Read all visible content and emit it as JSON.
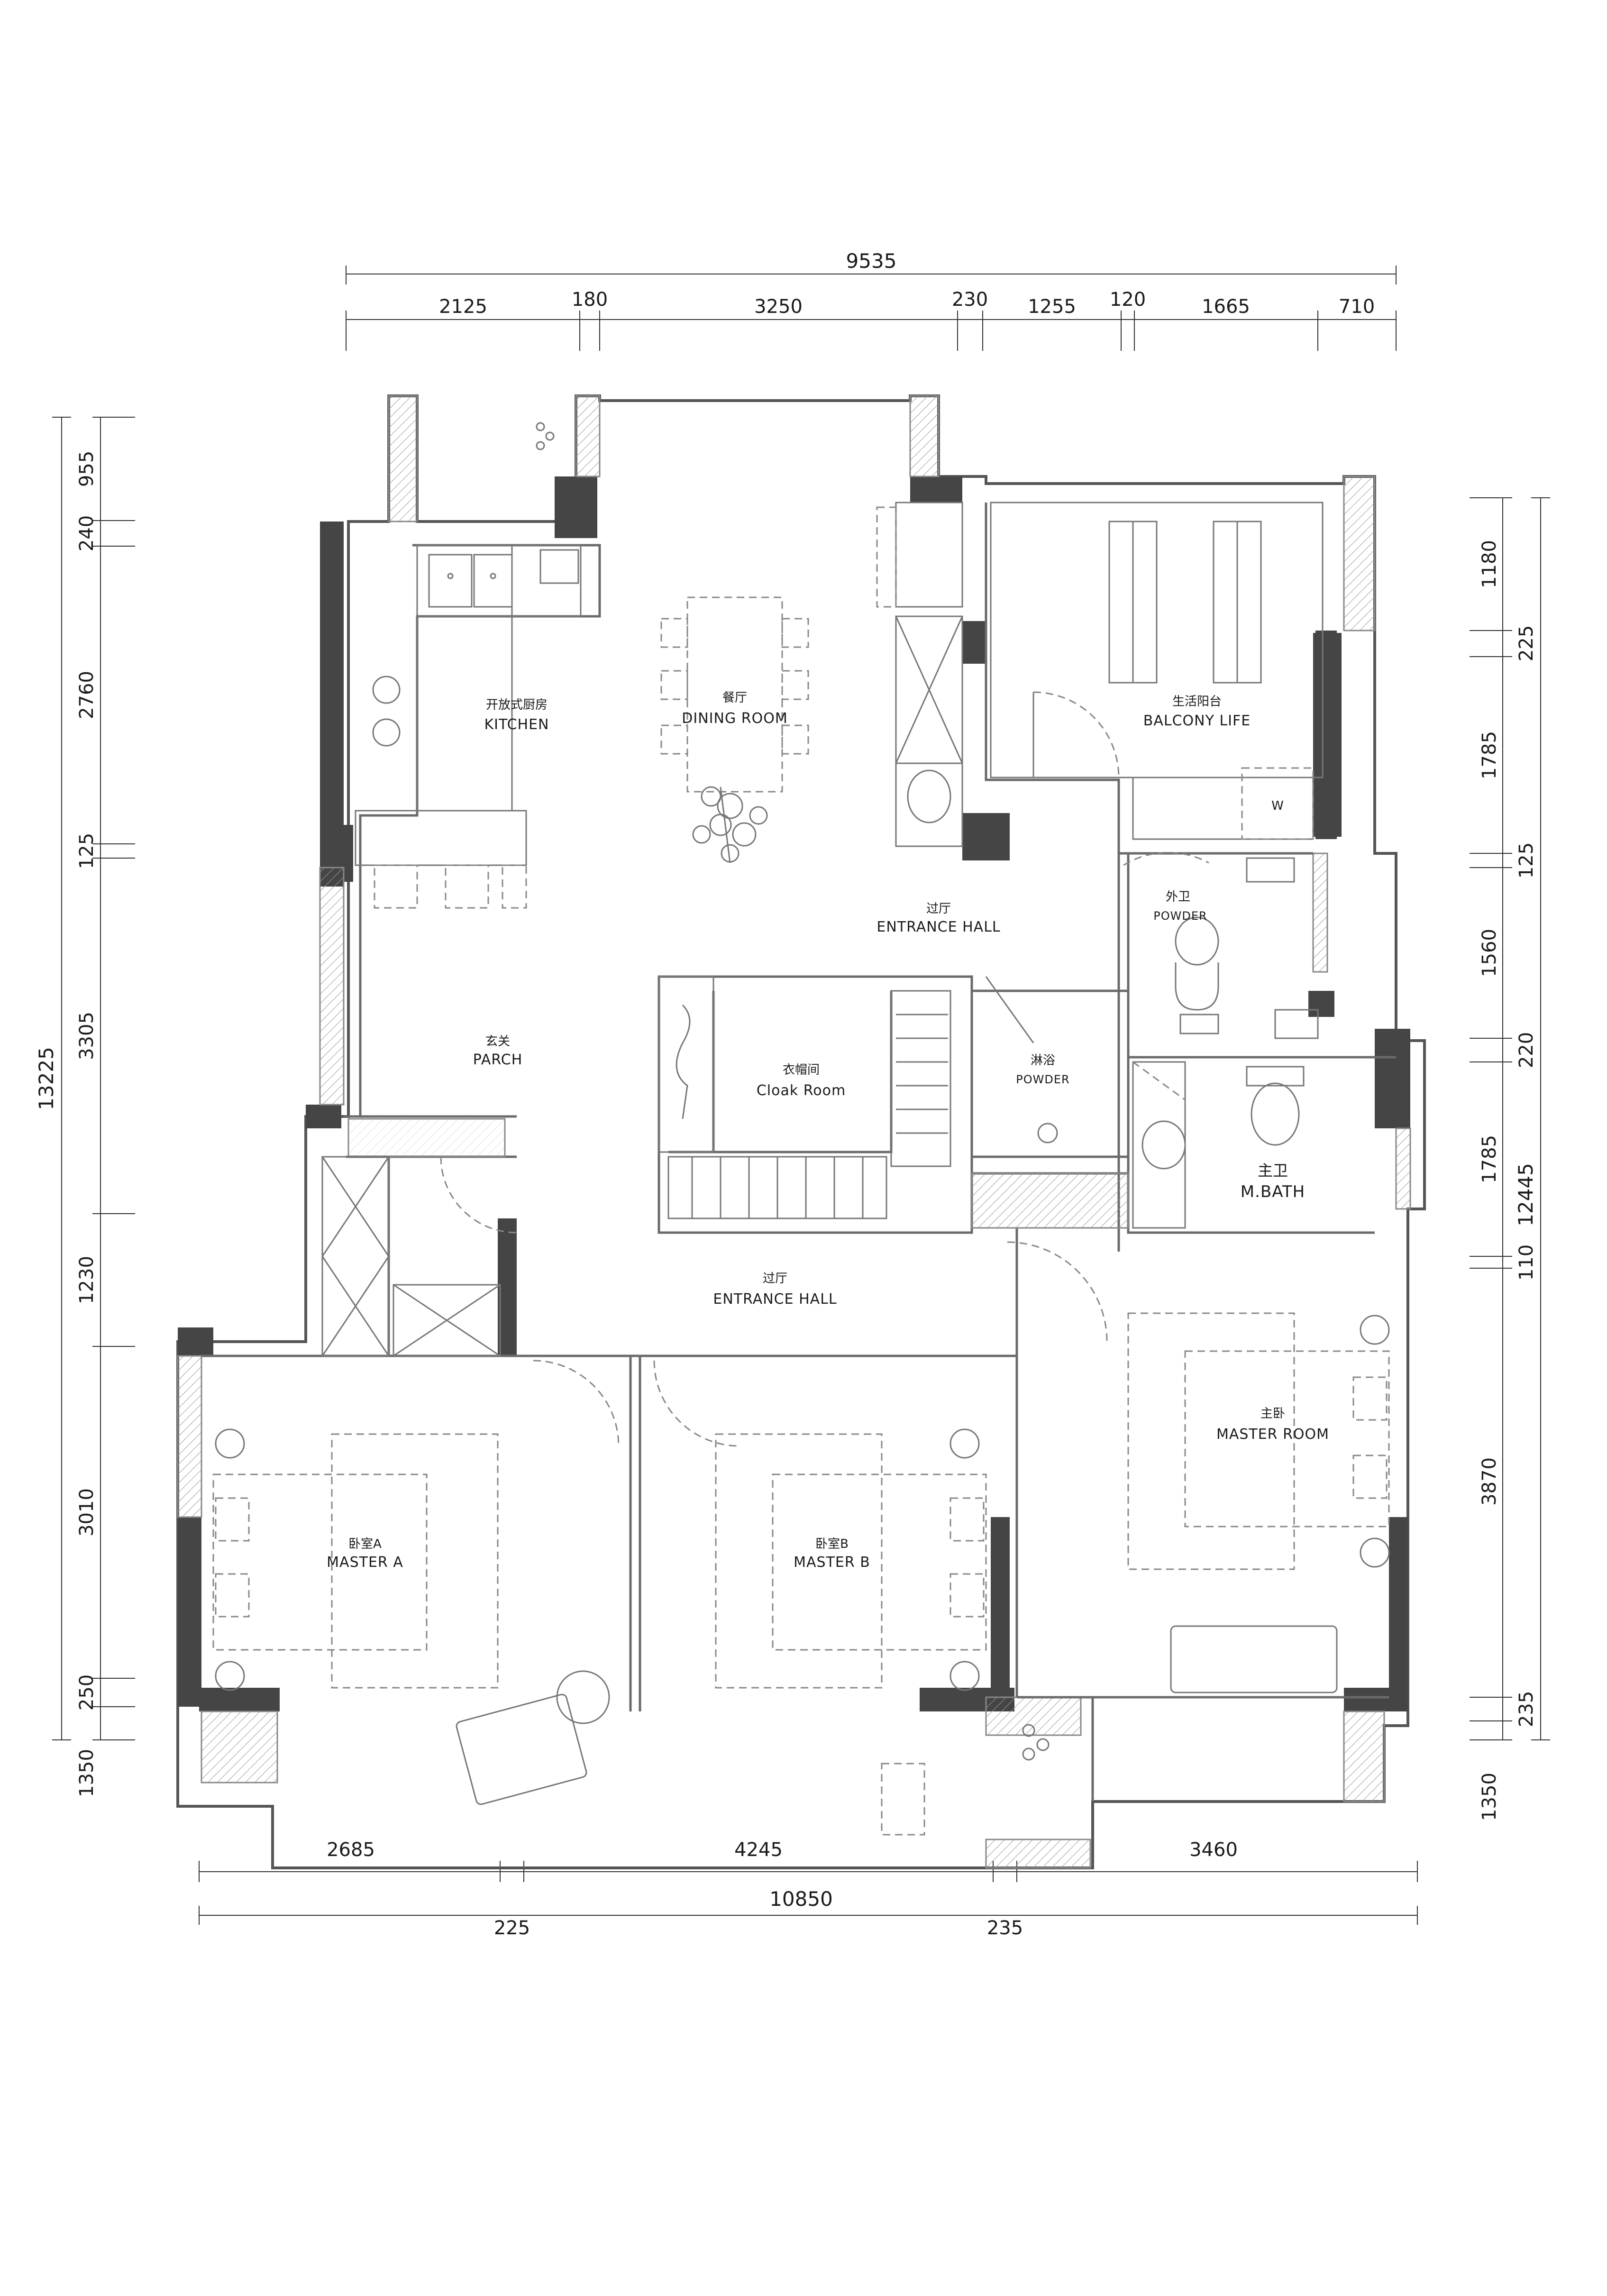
{
  "dimensions": {
    "top_total": "9535",
    "top_segments": [
      "2125",
      "180",
      "3250",
      "230",
      "1255",
      "120",
      "1665",
      "710"
    ],
    "bottom_segments": [
      "2685",
      "4245",
      "3460"
    ],
    "bottom_total": "10850",
    "bottom_small": [
      "225",
      "235"
    ],
    "left_total": "13225",
    "left_segments": [
      "955",
      "240",
      "2760",
      "125",
      "3305",
      "1230",
      "3010",
      "250",
      "1350"
    ],
    "right_total": "12445",
    "right_segments": [
      "1180",
      "225",
      "1785",
      "125",
      "1560",
      "220",
      "1785",
      "110",
      "3870",
      "235",
      "1350"
    ]
  },
  "rooms": {
    "kitchen": {
      "cn": "开放式厨房",
      "en": "KITCHEN"
    },
    "dining": {
      "cn": "餐厅",
      "en": "DINING ROOM"
    },
    "balcony": {
      "cn": "生活阳台",
      "en": "BALCONY LIFE"
    },
    "powder_outer": {
      "cn": "外卫",
      "en": "POWDER"
    },
    "hall_top": {
      "cn": "过厅",
      "en": "ENTRANCE HALL"
    },
    "parch": {
      "cn": "玄关",
      "en": "PARCH"
    },
    "cloak": {
      "cn": "衣帽间",
      "en": "Cloak Room"
    },
    "powder_shower": {
      "cn": "淋浴",
      "en": "POWDER"
    },
    "mbath": {
      "cn": "主卫",
      "en": "M.BATH"
    },
    "hall_bottom": {
      "cn": "过厅",
      "en": "ENTRANCE HALL"
    },
    "master_room": {
      "cn": "主卧",
      "en": "MASTER ROOM"
    },
    "master_a": {
      "cn": "卧室A",
      "en": "MASTER A"
    },
    "master_b": {
      "cn": "卧室B",
      "en": "MASTER B"
    }
  },
  "fixtures": {
    "washer_mark": "W"
  },
  "colors": {
    "wall": "#454545",
    "line": "#555555",
    "dashed": "#888888"
  }
}
